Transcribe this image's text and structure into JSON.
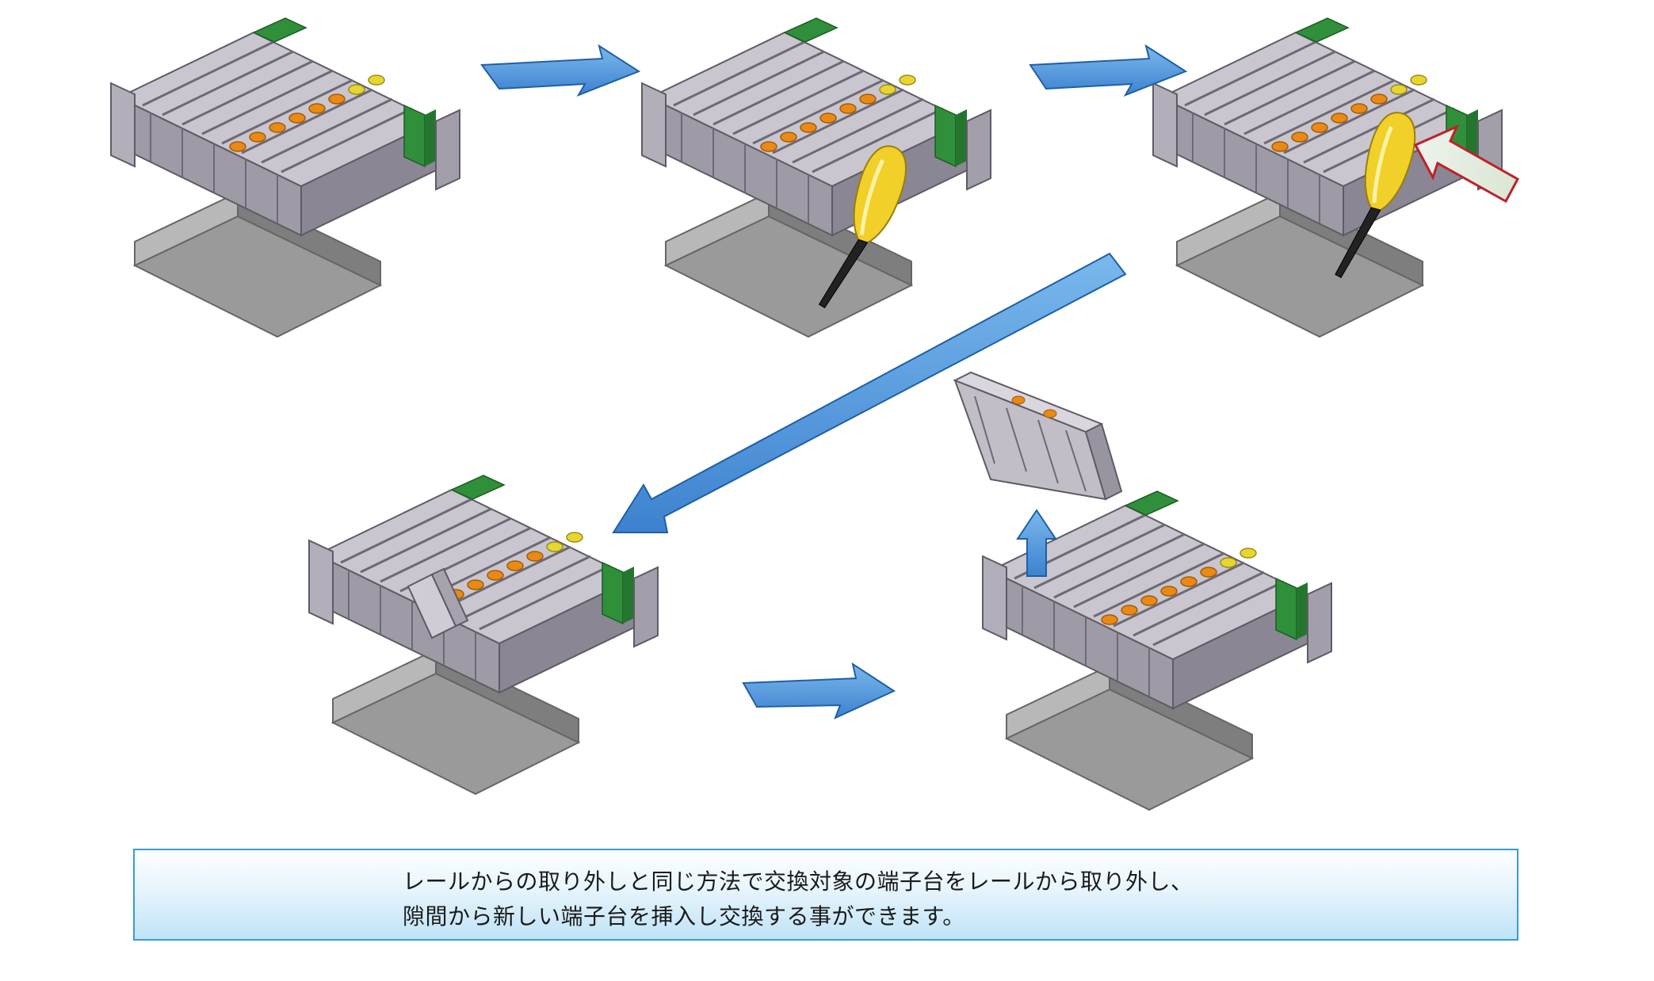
{
  "figure": {
    "assemblies": [
      {
        "id": "step-1-terminal-block-assembly",
        "screwdriver": false,
        "press_arrow": false,
        "lifted_block": false
      },
      {
        "id": "step-2-terminal-block-assembly",
        "screwdriver": true,
        "press_arrow": false,
        "lifted_block": false
      },
      {
        "id": "step-3-terminal-block-assembly",
        "screwdriver": true,
        "press_arrow": true,
        "lifted_block": false
      },
      {
        "id": "step-4-terminal-block-assembly",
        "screwdriver": false,
        "press_arrow": false,
        "lifted_block": true
      },
      {
        "id": "step-5-terminal-block-assembly",
        "screwdriver": false,
        "press_arrow": false,
        "lifted_block": false
      }
    ],
    "colors": {
      "housing": "#a7a3ae",
      "housing_dark": "#7c7884",
      "housing_light": "#d6d3da",
      "green": "#2f8f3a",
      "orange": "#e88a14",
      "yellow": "#e8d630",
      "rail": "#8e8e8e",
      "flow_arrow": "#4a90d9",
      "flow_arrow_edge": "#1f5fa8",
      "screwdriver": "#f2d02a",
      "press_arrow_edge": "#c0202a",
      "caption_border": "#3a9ad6"
    }
  },
  "caption": {
    "line1": "レールからの取り外しと同じ方法で交換対象の端子台をレールから取り外し、",
    "line2": "隙間から新しい端子台を挿入し交換する事ができます。"
  }
}
